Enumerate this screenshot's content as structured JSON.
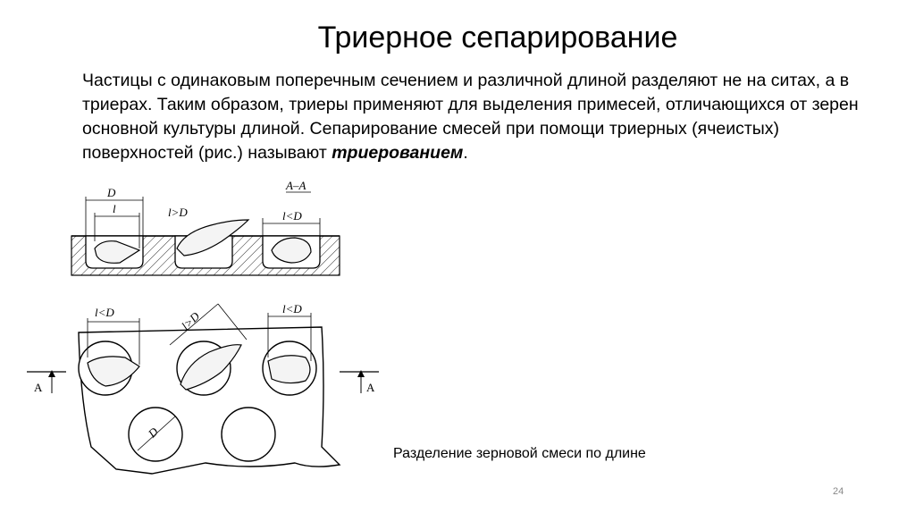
{
  "slide": {
    "title": "Триерное сепарирование",
    "paragraph_main": "Частицы с одинаковым поперечным сечением и различной длиной разделяют не на ситах, а в триерах. Таким образом, триеры применяют для выделения примесей, отличающихся от зерен основной культуры длиной. Сепарирование смесей при помощи триерных (ячеистых) поверхностей (рис.) называют ",
    "paragraph_emphasis": "триерованием",
    "paragraph_end": ".",
    "caption": "Разделение зерновой смеси по длине",
    "page_number": "24"
  },
  "figure": {
    "labels": {
      "D_top": "D",
      "l_top": "l",
      "l_gt_D_top": "l>D",
      "section": "A–A",
      "l_lt_D_top": "l<D",
      "l_lt_D_left": "l<D",
      "l_gt_D_diag": "l>D",
      "l_lt_D_right": "l<D",
      "D_bottom": "D",
      "A_left": "A",
      "A_right": "A"
    }
  }
}
